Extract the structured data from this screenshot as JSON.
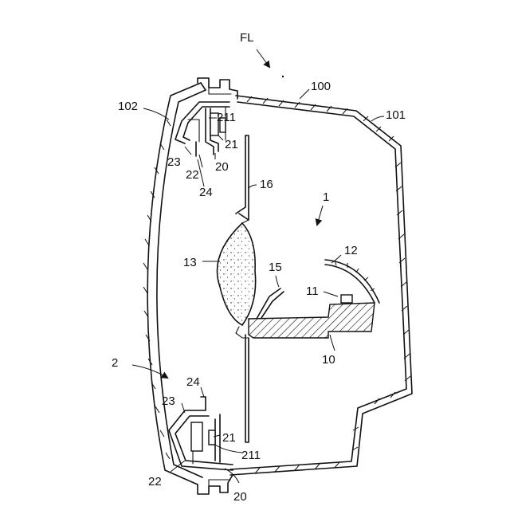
{
  "labels": {
    "fl": "FL",
    "n100": "100",
    "n101": "101",
    "n102": "102",
    "n1": "1",
    "n2": "2",
    "n10": "10",
    "n11": "11",
    "n12": "12",
    "n13": "13",
    "n15": "15",
    "n16": "16",
    "n20_top": "20",
    "n21_top": "21",
    "n211_top": "211",
    "n22_top": "22",
    "n23_top": "23",
    "n24_top": "24",
    "n20_bot": "20",
    "n21_bot": "21",
    "n211_bot": "211",
    "n22_bot": "22",
    "n23_bot": "23",
    "n24_bot": "24"
  }
}
